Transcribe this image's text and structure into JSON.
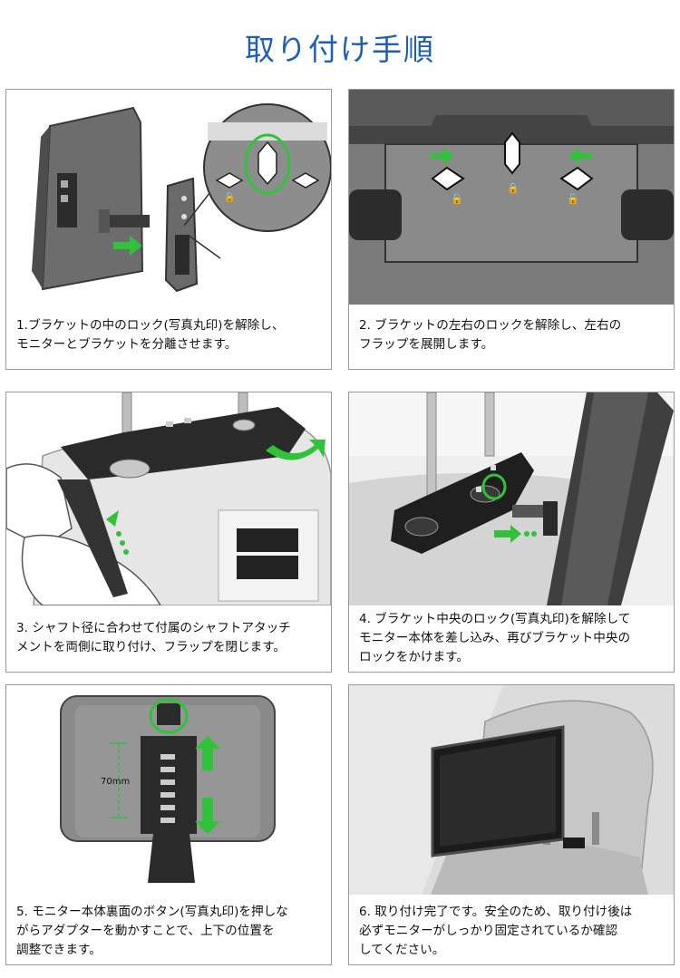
{
  "title": "取り付け手順",
  "colors": {
    "title": "#1f5fb3",
    "accent_green": "#2fc23a",
    "border": "#9b9b9b"
  },
  "steps": [
    {
      "number": "1",
      "lines": [
        "1.ブラケットの中のロック(写真丸印)を解除し、",
        "モニターとブラケットを分離させます。"
      ]
    },
    {
      "number": "2",
      "lines": [
        "2. ブラケットの左右のロックを解除し、左右の",
        "フラップを展開します。"
      ]
    },
    {
      "number": "3",
      "lines": [
        "3. シャフト径に合わせて付属のシャフトアタッチ",
        "メントを両側に取り付け、フラップを閉じます。"
      ]
    },
    {
      "number": "4",
      "lines": [
        "4. ブラケット中央のロック(写真丸印)を解除して",
        "モニター本体を差し込み、再びブラケット中央の",
        "ロックをかけます。"
      ]
    },
    {
      "number": "5",
      "lines": [
        "5. モニター本体裏面のボタン(写真丸印)を押しな",
        "がらアダプターを動かすことで、上下の位置を",
        "調整できます。"
      ],
      "measure_label": "70mm"
    },
    {
      "number": "6",
      "lines": [
        "6. 取り付け完了です。安全のため、取り付け後は",
        "必ずモニターがしっかり固定されているか確認",
        "してください。"
      ]
    }
  ]
}
